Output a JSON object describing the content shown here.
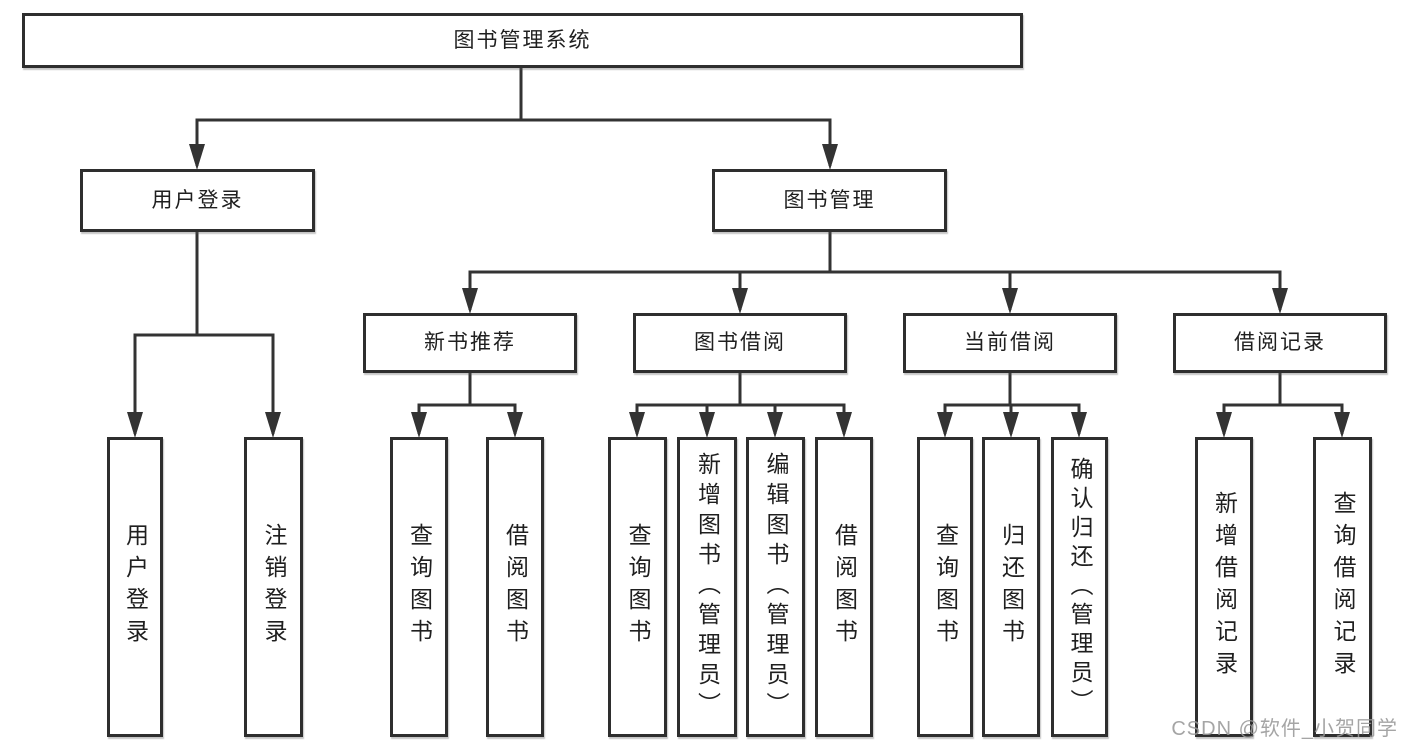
{
  "tree": {
    "root": {
      "label": "图书管理系统"
    },
    "branches": {
      "user_login": {
        "label": "用户登录",
        "children": {
          "login": {
            "label": "用户登录"
          },
          "logout": {
            "label": "注销登录"
          }
        }
      },
      "book_mgmt": {
        "label": "图书管理",
        "children": {
          "new_book_rec": {
            "label": "新书推荐",
            "children": {
              "query_book": {
                "label": "查询图书"
              },
              "borrow_book": {
                "label": "借阅图书"
              }
            }
          },
          "book_borrow": {
            "label": "图书借阅",
            "children": {
              "query_book": {
                "label": "查询图书"
              },
              "add_book": {
                "label": "新增图书（管理员）"
              },
              "edit_book": {
                "label": "编辑图书（管理员）"
              },
              "borrow_book": {
                "label": "借阅图书"
              }
            }
          },
          "current_borrow": {
            "label": "当前借阅",
            "children": {
              "query_book": {
                "label": "查询图书"
              },
              "return_book": {
                "label": "归还图书"
              },
              "confirm_return": {
                "label": "确认归还（管理员）"
              }
            }
          },
          "borrow_records": {
            "label": "借阅记录",
            "children": {
              "add_record": {
                "label": "新增借阅记录"
              },
              "query_record": {
                "label": "查询借阅记录"
              }
            }
          }
        }
      }
    }
  },
  "watermark": {
    "text": "CSDN @软件_小贺同学"
  },
  "colors": {
    "line": "#333333",
    "box_border": "#2e2e2e",
    "text": "#1f1f1f",
    "background": "#ffffff",
    "watermark": "#999999"
  }
}
